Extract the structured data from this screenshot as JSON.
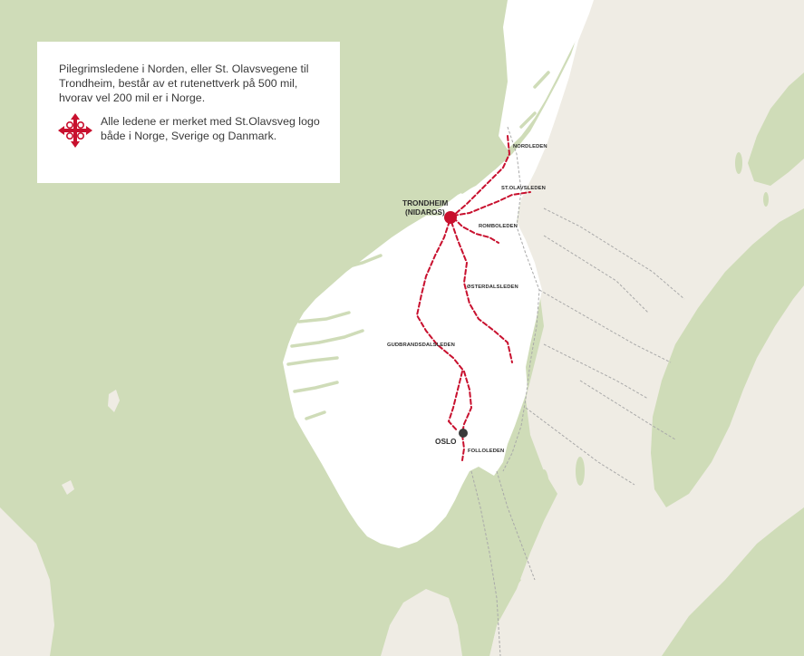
{
  "info": {
    "intro": "Pilegrimsledene i Norden, eller St. Olavsvegene til Trondheim, består av et rutenettverk på 500 mil, hvorav vel 200 mil er i Norge.",
    "legend_text": "Alle ledene er merket med St.Olavsveg logo både i Norge, Sverige og Danmark.",
    "legend_icon": "st-olav-cross-logo"
  },
  "cities": {
    "trondheim_line1": "TRONDHEIM",
    "trondheim_line2": "(NIDAROS)",
    "oslo": "OSLO"
  },
  "routes": {
    "nordleden": "NORDLEDEN",
    "st_olavsleden": "ST.OLAVSLEDEN",
    "romboleden": "ROMBOLEDEN",
    "osterdalsleden": "ØSTERDALSLEDEN",
    "gudbrandsdalsleden": "GUDBRANDSDALSLEDEN",
    "folloleden": "FOLLOLEDEN"
  },
  "colors": {
    "sea": "#cfdcb8",
    "land": "#efece4",
    "norway": "#ffffff",
    "route": "#c8102e",
    "border": "#a9a9a9",
    "oslo_marker": "#3a3a3a"
  }
}
